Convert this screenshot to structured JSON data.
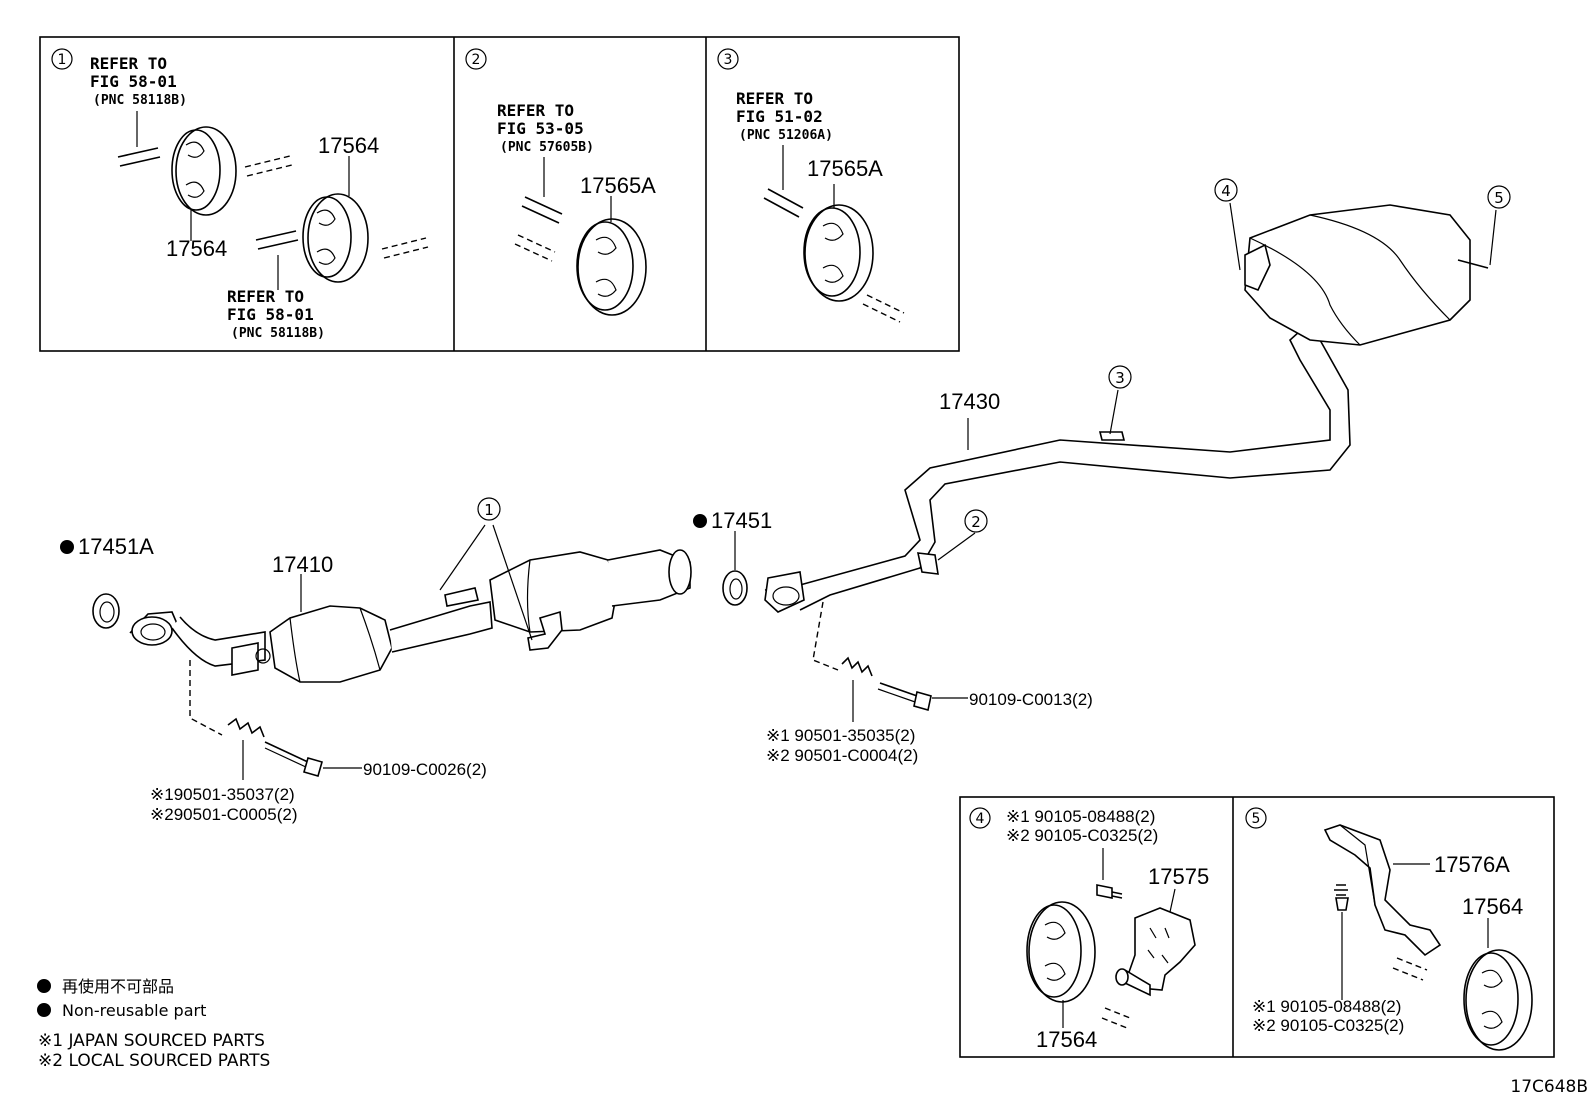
{
  "diagram_code": "17C648B",
  "inset_1": {
    "marker": "1",
    "refer_top": {
      "line1": "REFER TO",
      "line2": "FIG 58-01",
      "line3": "(PNC 58118B)"
    },
    "refer_bottom": {
      "line1": "REFER TO",
      "line2": "FIG 58-01",
      "line3": "(PNC 58118B)"
    },
    "part_upper": "17564",
    "part_lower": "17564"
  },
  "inset_2": {
    "marker": "2",
    "refer": {
      "line1": "REFER TO",
      "line2": "FIG 53-05",
      "line3": "(PNC 57605B)"
    },
    "part": "17565A"
  },
  "inset_3": {
    "marker": "3",
    "refer": {
      "line1": "REFER TO",
      "line2": "FIG 51-02",
      "line3": "(PNC 51206A)"
    },
    "part": "17565A"
  },
  "inset_4": {
    "marker": "4",
    "note_japan": "※1 90105-08488(2)",
    "note_local": "※2 90105-C0325(2)",
    "part_bracket": "17575",
    "part_hanger": "17564"
  },
  "inset_5": {
    "marker": "5",
    "part_bracket": "17576A",
    "part_hanger": "17564",
    "note_japan": "※1 90105-08488(2)",
    "note_local": "※2 90105-C0325(2)"
  },
  "main": {
    "gasket_front": "17451A",
    "front_pipe": "17410",
    "callout_1": "1",
    "gasket_rear": "17451",
    "tail_pipe": "17430",
    "callout_2": "2",
    "callout_3": "3",
    "callout_4": "4",
    "callout_5": "5",
    "bolt_front": "90109-C0026(2)",
    "spring_front_japan": "※190501-35037(2)",
    "spring_front_local": "※290501-C0005(2)",
    "bolt_rear": "90109-C0013(2)",
    "spring_rear_japan": "※1 90501-35035(2)",
    "spring_rear_local": "※2 90501-C0004(2)"
  },
  "legend": {
    "non_reusable_jp": "再使用不可部品",
    "non_reusable_en": "Non-reusable part",
    "japan_sourced": "※1  JAPAN SOURCED PARTS",
    "local_sourced": "※2  LOCAL SOURCED PARTS"
  }
}
